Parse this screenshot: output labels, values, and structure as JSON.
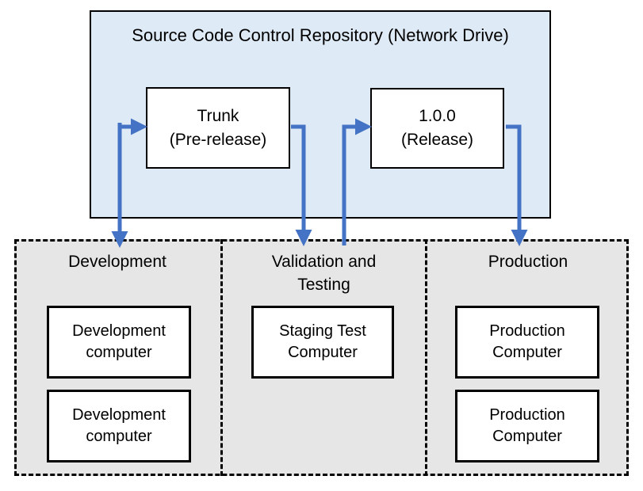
{
  "diagram": {
    "title": "Source Code Control Repository (Network Drive)",
    "accent_color": "#4472C4",
    "repo_fill": "#DEEAF6",
    "env_fill": "#E6E6E6",
    "box_fill": "#FFFFFF",
    "border_color": "#000000"
  },
  "repository": {
    "label": "Source Code Control Repository (Network Drive)",
    "branches": [
      {
        "id": "trunk",
        "line1": "Trunk",
        "line2": "(Pre-release)"
      },
      {
        "id": "release",
        "line1": "1.0.0",
        "line2": "(Release)"
      }
    ]
  },
  "environments": {
    "columns": [
      {
        "id": "development",
        "line1": "Development",
        "line2": "",
        "machines": [
          {
            "line1": "Development",
            "line2": "computer"
          },
          {
            "line1": "Development",
            "line2": "computer"
          }
        ]
      },
      {
        "id": "validation",
        "line1": "Validation and",
        "line2": "Testing",
        "machines": [
          {
            "line1": "Staging Test",
            "line2": "Computer"
          }
        ]
      },
      {
        "id": "production",
        "line1": "Production",
        "line2": "",
        "machines": [
          {
            "line1": "Production",
            "line2": "Computer"
          },
          {
            "line1": "Production",
            "line2": "Computer"
          }
        ]
      }
    ]
  },
  "connectors": [
    {
      "id": "trunk-to-development",
      "from": "trunk",
      "to": "development",
      "direction": "down"
    },
    {
      "id": "development-to-trunk",
      "from": "development",
      "to": "trunk",
      "direction": "up"
    },
    {
      "id": "trunk-to-validation",
      "from": "trunk",
      "to": "validation",
      "direction": "down"
    },
    {
      "id": "validation-to-release",
      "from": "validation",
      "to": "release",
      "direction": "up"
    },
    {
      "id": "release-to-production",
      "from": "release",
      "to": "production",
      "direction": "down"
    }
  ]
}
